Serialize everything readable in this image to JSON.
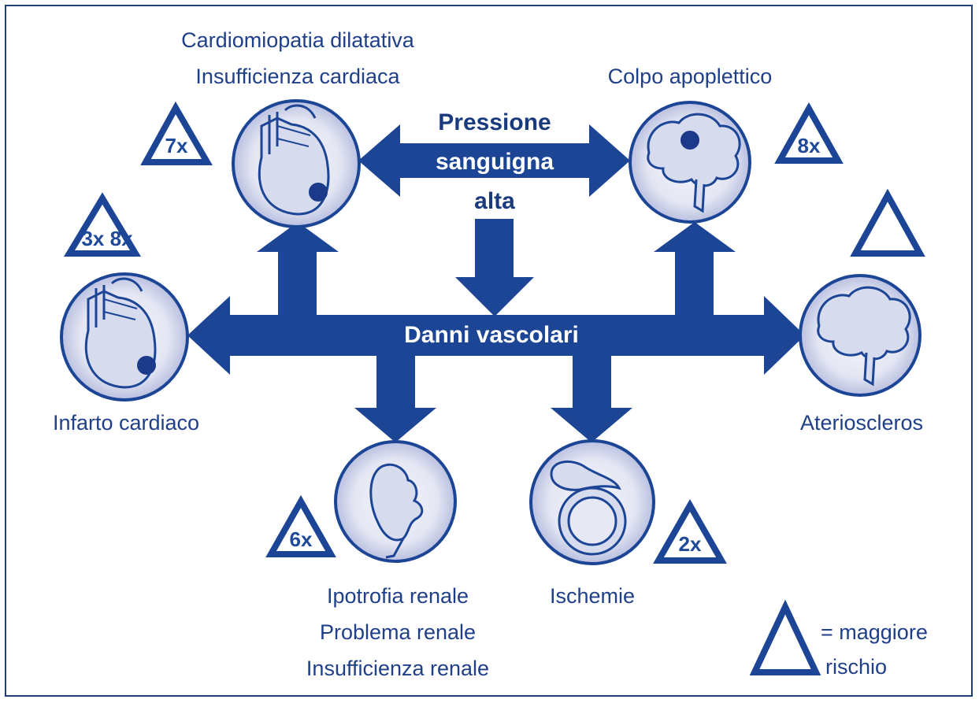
{
  "center": {
    "source": [
      "Pressione",
      "sanguigna",
      "alta"
    ],
    "hub": "Danni vascolari"
  },
  "nodes": {
    "heart_top": {
      "labels": [
        "Cardiomiopatia dilatativa",
        "Insufficienza cardiaca"
      ],
      "risk": "7x",
      "icon": "heart-icon"
    },
    "brain_top": {
      "labels": [
        "Colpo apoplettico"
      ],
      "risk": "8x",
      "icon": "brain-icon"
    },
    "heart_left": {
      "labels": [
        "Infarto cardiaco"
      ],
      "risk": "3x 8x",
      "icon": "heart-icon"
    },
    "brain_right": {
      "labels": [
        "Aterioscleros"
      ],
      "risk": "",
      "icon": "brain-icon"
    },
    "kidney": {
      "labels": [
        "Ipotrofia renale",
        "Problema renale",
        "Insufficienza renale"
      ],
      "risk": "6x",
      "icon": "kidney-icon"
    },
    "eye": {
      "labels": [
        "Ischemie"
      ],
      "risk": "2x",
      "icon": "eye-icon"
    }
  },
  "legend": {
    "text": [
      "= maggiore",
      "rischio"
    ]
  },
  "colors": {
    "arrow": "#1c4596",
    "circle_fill": "#e6e8f4",
    "text": "#1f3f88"
  }
}
